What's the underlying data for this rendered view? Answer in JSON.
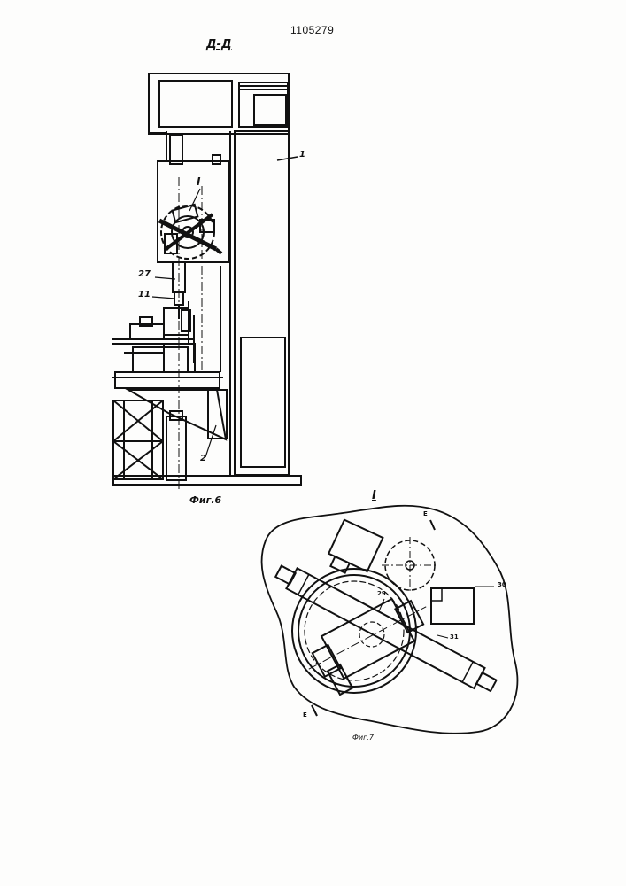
{
  "header": {
    "patent_number": "1105279"
  },
  "figure6": {
    "section_label": "Д-Д",
    "caption": "Фиг.6",
    "callouts": {
      "frame": "1",
      "table": "2",
      "detail": "I",
      "part27": "27",
      "part11": "11"
    }
  },
  "figure7": {
    "detail_label": "I",
    "caption": "Фиг.7",
    "section_marks": {
      "upper": "Е",
      "lower": "Е"
    },
    "callouts": {
      "part29": "29",
      "part30": "30",
      "part31": "31"
    }
  }
}
